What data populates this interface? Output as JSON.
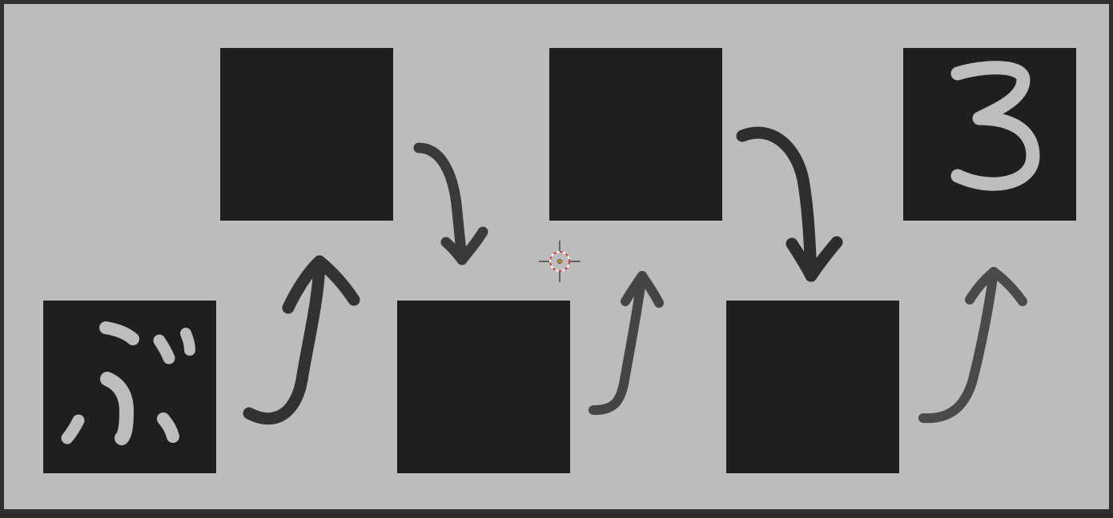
{
  "canvas": {
    "background_color": "#bdbcbd",
    "frame_color": "#303030",
    "tile_color": "#1f1f1f",
    "stroke_light_color": "#bdbdbd",
    "arrow_color": "#333333"
  },
  "tiles": [
    {
      "id": "tile-1",
      "content": "ぶ"
    },
    {
      "id": "tile-2",
      "content": ""
    },
    {
      "id": "tile-3",
      "content": ""
    },
    {
      "id": "tile-4",
      "content": ""
    },
    {
      "id": "tile-5",
      "content": ""
    },
    {
      "id": "tile-6",
      "content": "3"
    }
  ],
  "arrows": [
    {
      "id": "arrow-1",
      "icon": "hand-drawn-arrow-up-icon"
    },
    {
      "id": "arrow-2",
      "icon": "hand-drawn-arrow-down-icon"
    },
    {
      "id": "arrow-3",
      "icon": "hand-drawn-arrow-up-icon"
    },
    {
      "id": "arrow-4",
      "icon": "hand-drawn-arrow-down-icon"
    },
    {
      "id": "arrow-5",
      "icon": "hand-drawn-arrow-up-icon"
    }
  ],
  "cursor": {
    "icon": "3d-cursor-icon"
  }
}
